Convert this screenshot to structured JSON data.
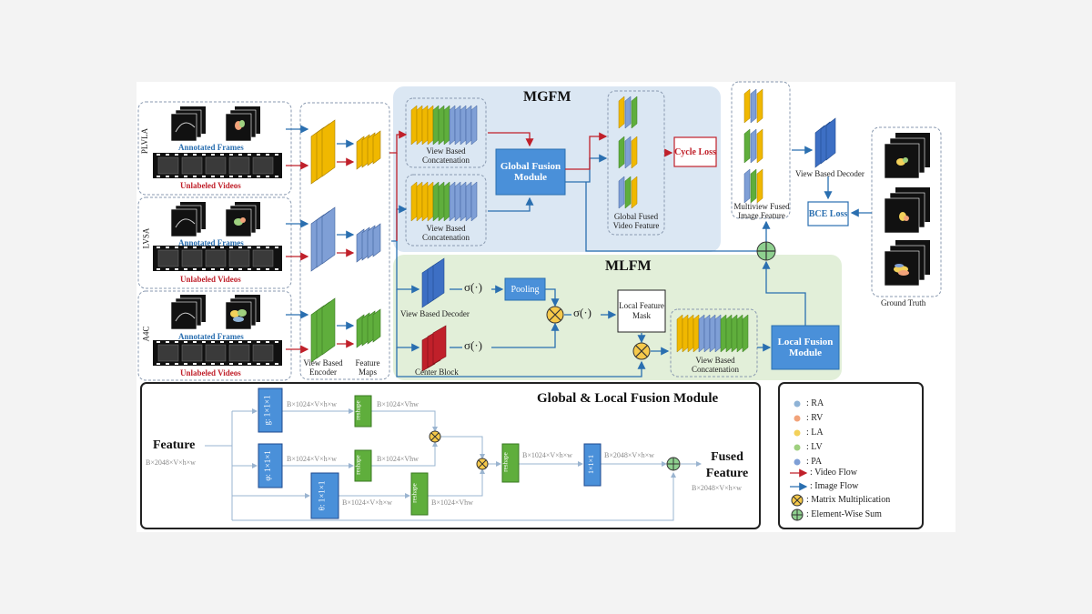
{
  "titles": {
    "mgfm": "MGFM",
    "mlfm": "MLFM",
    "fusion_module": "Global & Local Fusion Module"
  },
  "views": [
    {
      "name": "PLVLA",
      "annotated": "Annotated Frames",
      "unlabeled": "Unlabeled Videos"
    },
    {
      "name": "LVSA",
      "annotated": "Annotated Frames",
      "unlabeled": "Unlabeled Videos"
    },
    {
      "name": "A4C",
      "annotated": "Annotated Frames",
      "unlabeled": "Unlabeled Videos"
    }
  ],
  "labels": {
    "view_based_encoder": "View Based Encoder",
    "feature_maps": "Feature Maps",
    "view_concat_1": "View Based Concatenation",
    "view_concat_2": "View Based Concatenation",
    "view_concat_3": "View Based Concatenation",
    "global_fusion_module": "Global Fusion Module",
    "global_fused_video_feature": "Global Fused Video Feature",
    "cycle_loss": "Cycle Loss",
    "multiview_fused_image_feature": "Multiview Fused Image Feature",
    "view_based_decoder_right": "View Based Decoder",
    "bce_loss": "BCE Loss",
    "ground_truth": "Ground Truth",
    "view_based_decoder_mlfm": "View Based Decoder",
    "center_block": "Center Block",
    "pooling": "Pooling",
    "sigma": "σ(·)",
    "local_feature_mask": "Local Feature Mask",
    "local_fusion_module": "Local Fusion Module"
  },
  "fusion_module": {
    "feature": "Feature",
    "feature_dim": "B×2048×V×h×w",
    "g_block": "g: 1×1×1",
    "phi_block": "φ: 1×1×1",
    "theta_block": "θ: 1×1×1",
    "reshape": "reshape",
    "conv_block": "1×1×1",
    "dim_g": "B×1024×V×h×w",
    "dim_g_reshape": "B×1024×Vhw",
    "dim_phi": "B×1024×V×h×w",
    "dim_phi_reshape": "B×1024×Vhw",
    "dim_theta": "B×1024×V×h×w",
    "dim_theta_reshape": "B×1024×Vhw",
    "dim_mid": "B×1024×V×h×w",
    "dim_conv": "B×2048×V×h×w",
    "fused_feature": "Fused Feature",
    "fused_dim": "B×2048×V×h×w"
  },
  "legend": [
    {
      "color": "#8fb3d6",
      "label": ": RA",
      "kind": "dot"
    },
    {
      "color": "#f2a37a",
      "label": ": RV",
      "kind": "dot"
    },
    {
      "color": "#f3d15a",
      "label": ": LA",
      "kind": "dot"
    },
    {
      "color": "#9fd07f",
      "label": ": LV",
      "kind": "dot"
    },
    {
      "color": "#7f9fd6",
      "label": ": PA",
      "kind": "dot"
    },
    {
      "color": "#c0202a",
      "label": ": Video Flow",
      "kind": "arrow"
    },
    {
      "color": "#2a6fb0",
      "label": ": Image Flow",
      "kind": "arrow"
    },
    {
      "color": "#f6c94a",
      "label": ": Matrix Multiplication",
      "kind": "mult"
    },
    {
      "color": "#8fd08f",
      "label": ": Element-Wise Sum",
      "kind": "sum"
    }
  ]
}
